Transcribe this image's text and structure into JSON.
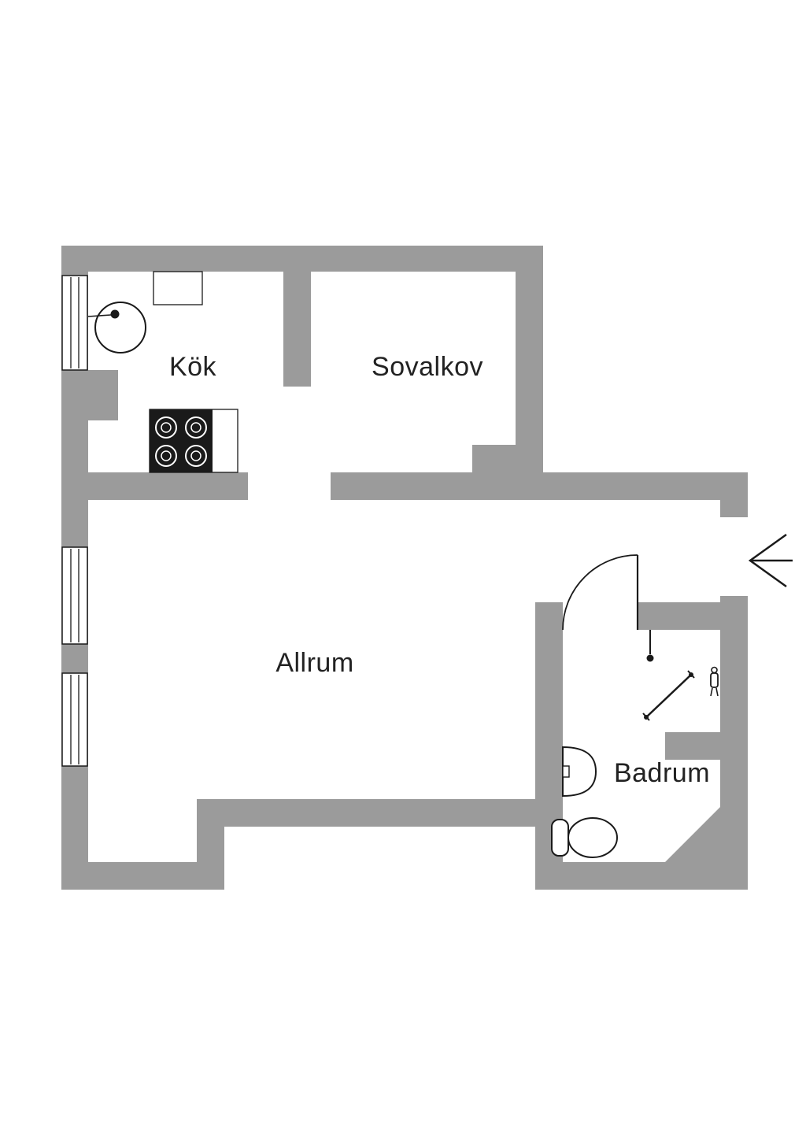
{
  "document": {
    "type": "apartment-floor-plan"
  },
  "colors": {
    "wall": "#9b9b9b",
    "line": "#1a1a1a",
    "stove": "#1a1a1a",
    "label": "#222222",
    "bg": "#ffffff"
  },
  "rooms": {
    "kok": {
      "label": "Kök"
    },
    "sovalkov": {
      "label": "Sovalkov"
    },
    "allrum": {
      "label": "Allrum"
    },
    "badrum": {
      "label": "Badrum"
    }
  },
  "fixtures": [
    "window",
    "kitchen-sink",
    "kitchen-counter",
    "stove",
    "interior-door",
    "entry-arrow",
    "toilet",
    "washbasin",
    "shower-screen",
    "shower-mixer",
    "wall-hook"
  ]
}
